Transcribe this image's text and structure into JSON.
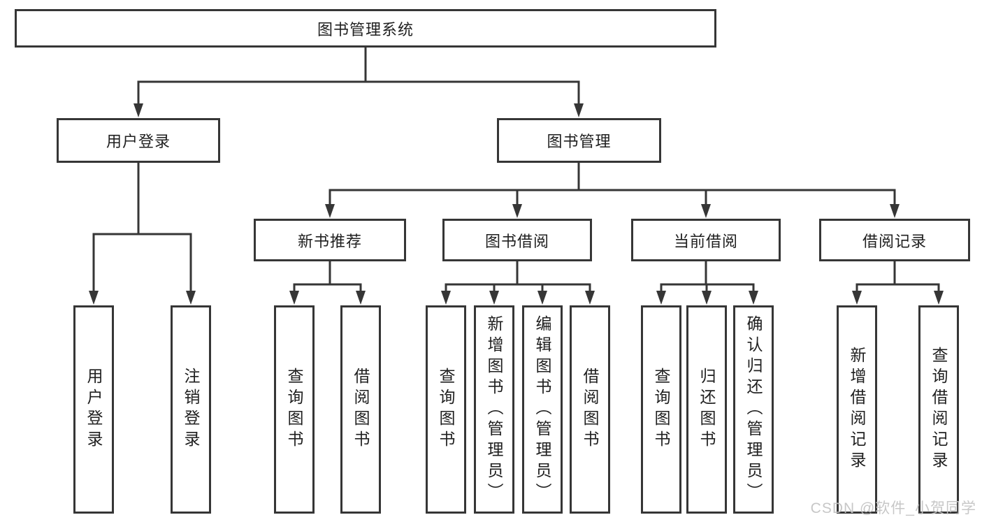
{
  "diagram_title": "图书管理系统",
  "tree": {
    "label": "图书管理系统",
    "children": [
      {
        "label": "用户登录",
        "children": [
          {
            "label": "用户登录"
          },
          {
            "label": "注销登录"
          }
        ]
      },
      {
        "label": "图书管理",
        "children": [
          {
            "label": "新书推荐",
            "children": [
              {
                "label": "查询图书"
              },
              {
                "label": "借阅图书"
              }
            ]
          },
          {
            "label": "图书借阅",
            "children": [
              {
                "label": "查询图书"
              },
              {
                "label": "新增图书（管理员）"
              },
              {
                "label": "编辑图书（管理员）"
              },
              {
                "label": "借阅图书"
              }
            ]
          },
          {
            "label": "当前借阅",
            "children": [
              {
                "label": "查询图书"
              },
              {
                "label": "归还图书"
              },
              {
                "label": "确认归还（管理员）"
              }
            ]
          },
          {
            "label": "借阅记录",
            "children": [
              {
                "label": "新增借阅记录"
              },
              {
                "label": "查询借阅记录"
              }
            ]
          }
        ]
      }
    ]
  },
  "watermark": "CSDN @软件_小贺同学",
  "colors": {
    "line": "#363636",
    "node_border": "#363636",
    "text": "#1f1f1f",
    "watermark": "#c4c4c4",
    "background": "#ffffff"
  }
}
